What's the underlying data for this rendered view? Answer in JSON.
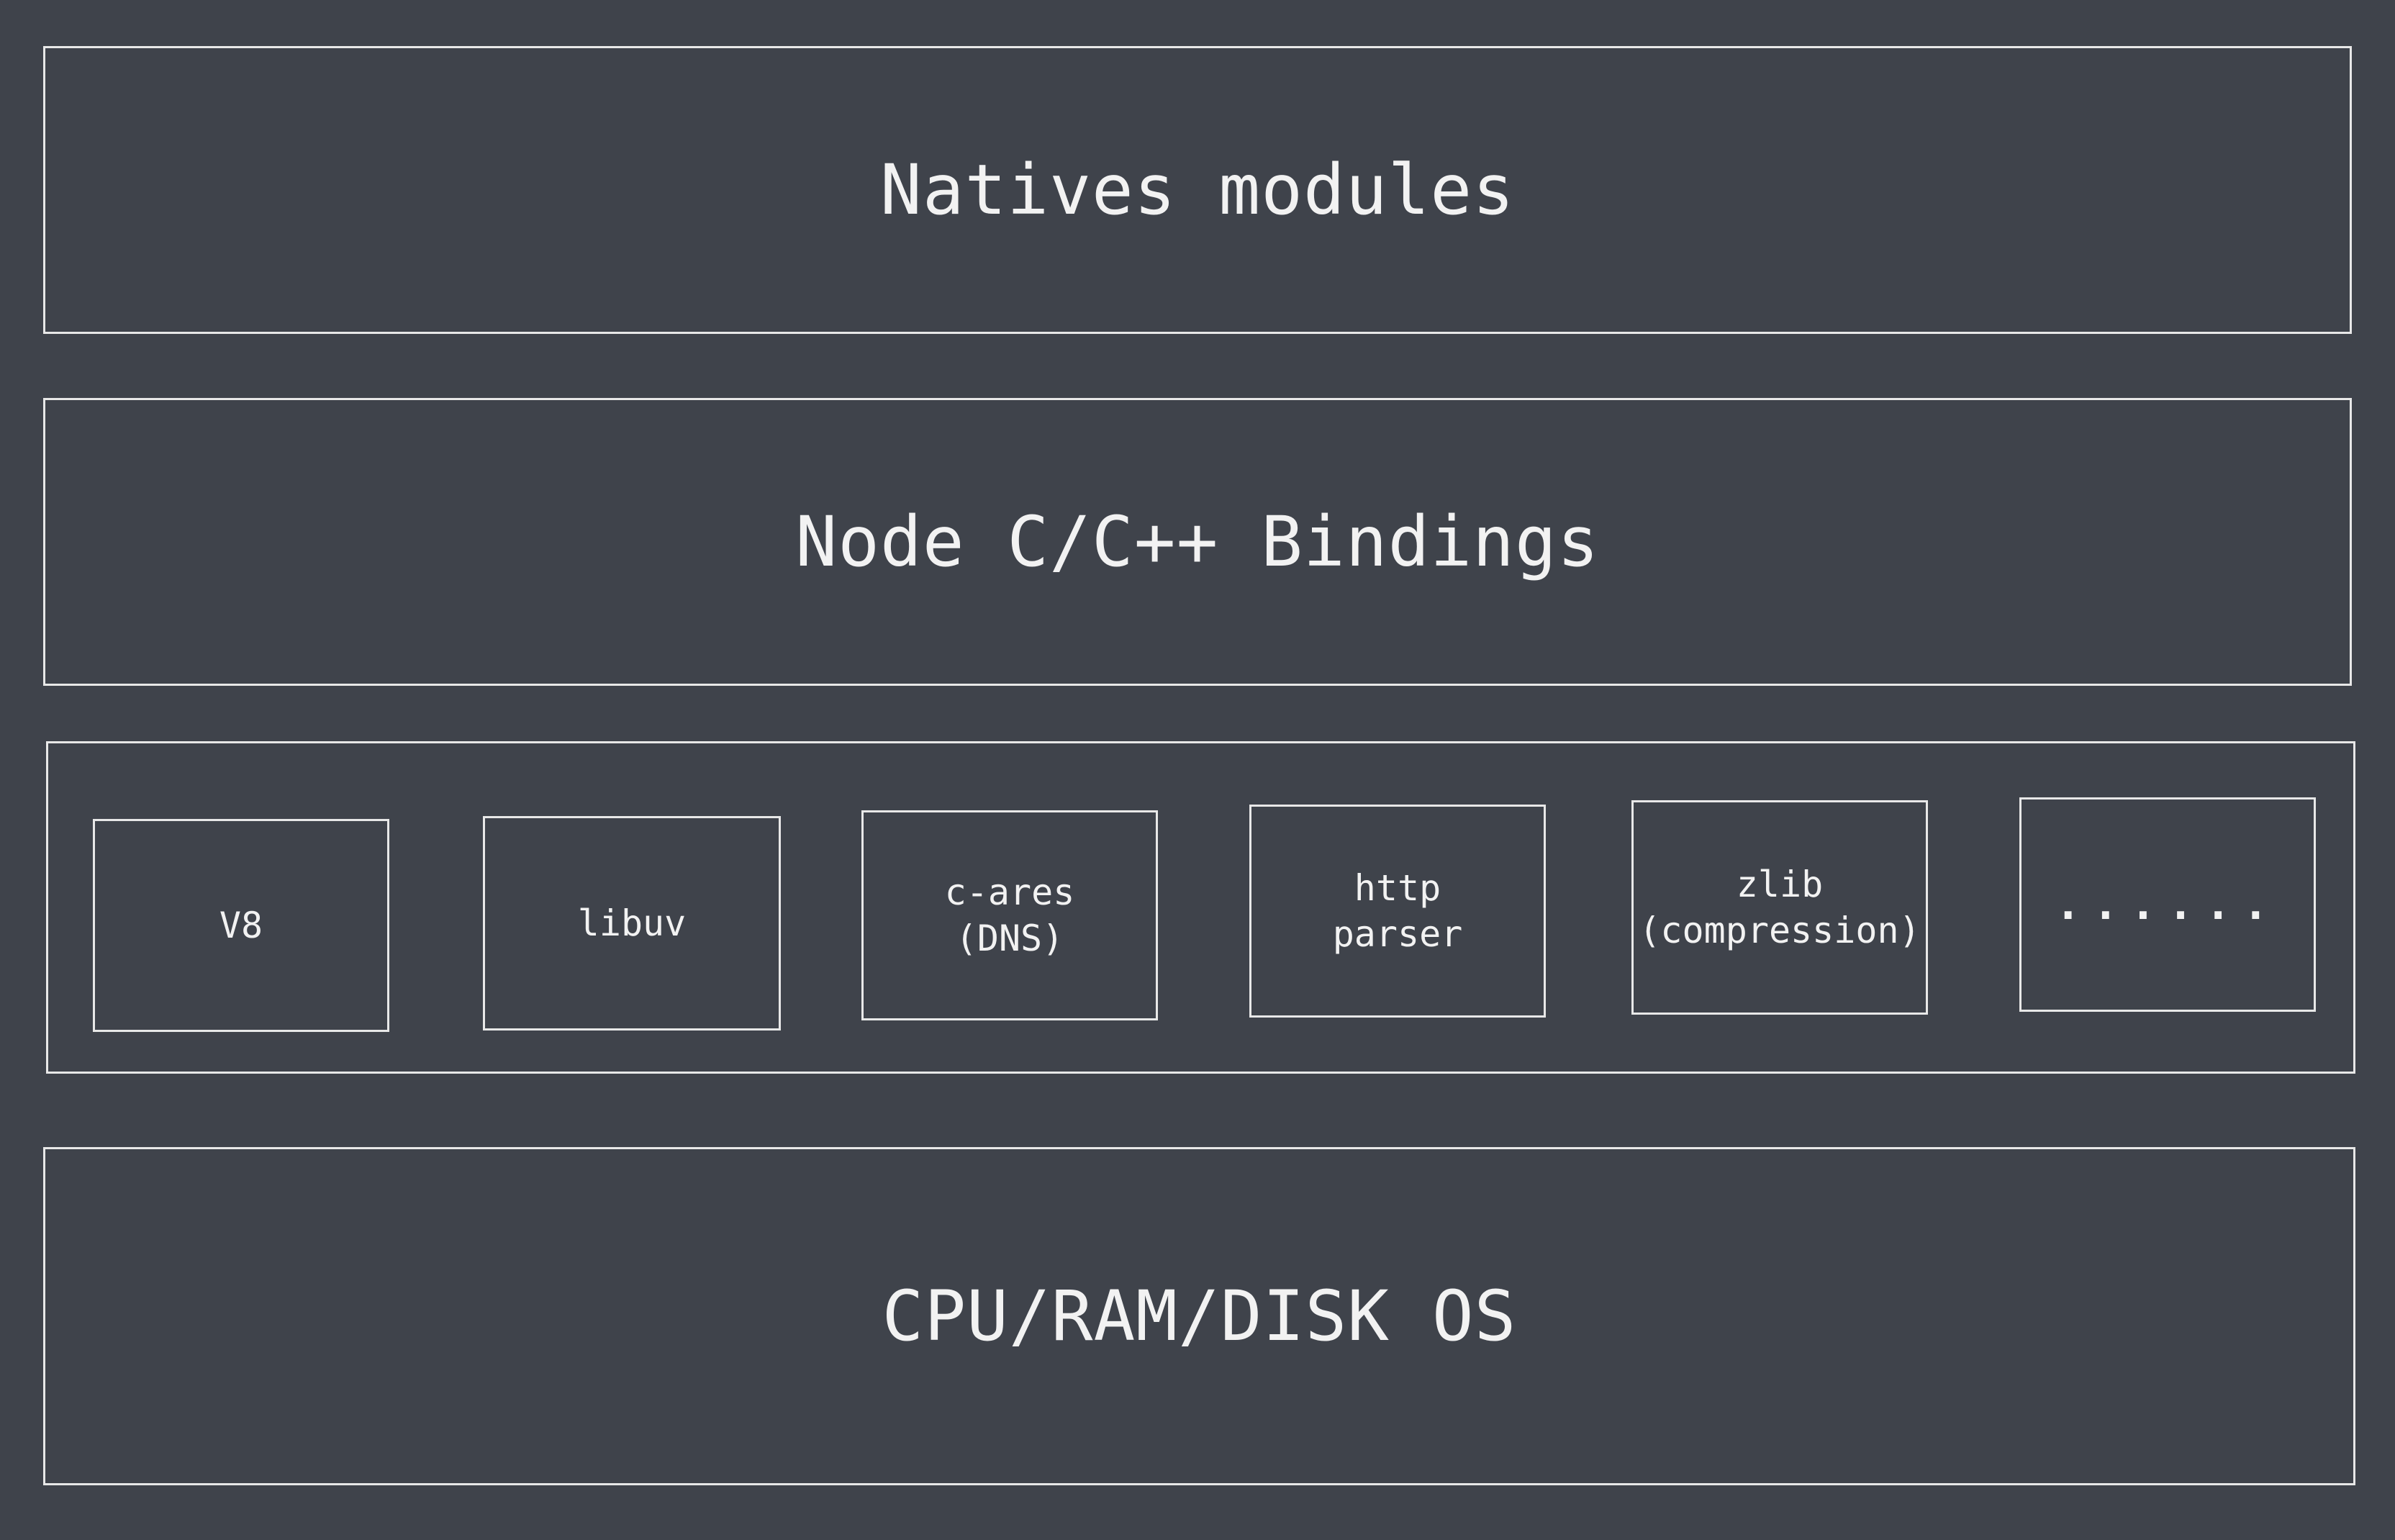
{
  "layers": {
    "natives_modules": "Natives modules",
    "bindings": "Node C/C++ Bindings",
    "os": "CPU/RAM/DISK OS"
  },
  "dependencies": [
    {
      "label": "V8"
    },
    {
      "label": "libuv"
    },
    {
      "label": "c-ares\n(DNS)"
    },
    {
      "label": "http\nparser"
    },
    {
      "label": "zlib\n(compression)"
    },
    {
      "label": "......"
    }
  ],
  "colors": {
    "background": "#3f434b",
    "stroke": "#e8e8e8",
    "text": "#f2f2f2"
  }
}
